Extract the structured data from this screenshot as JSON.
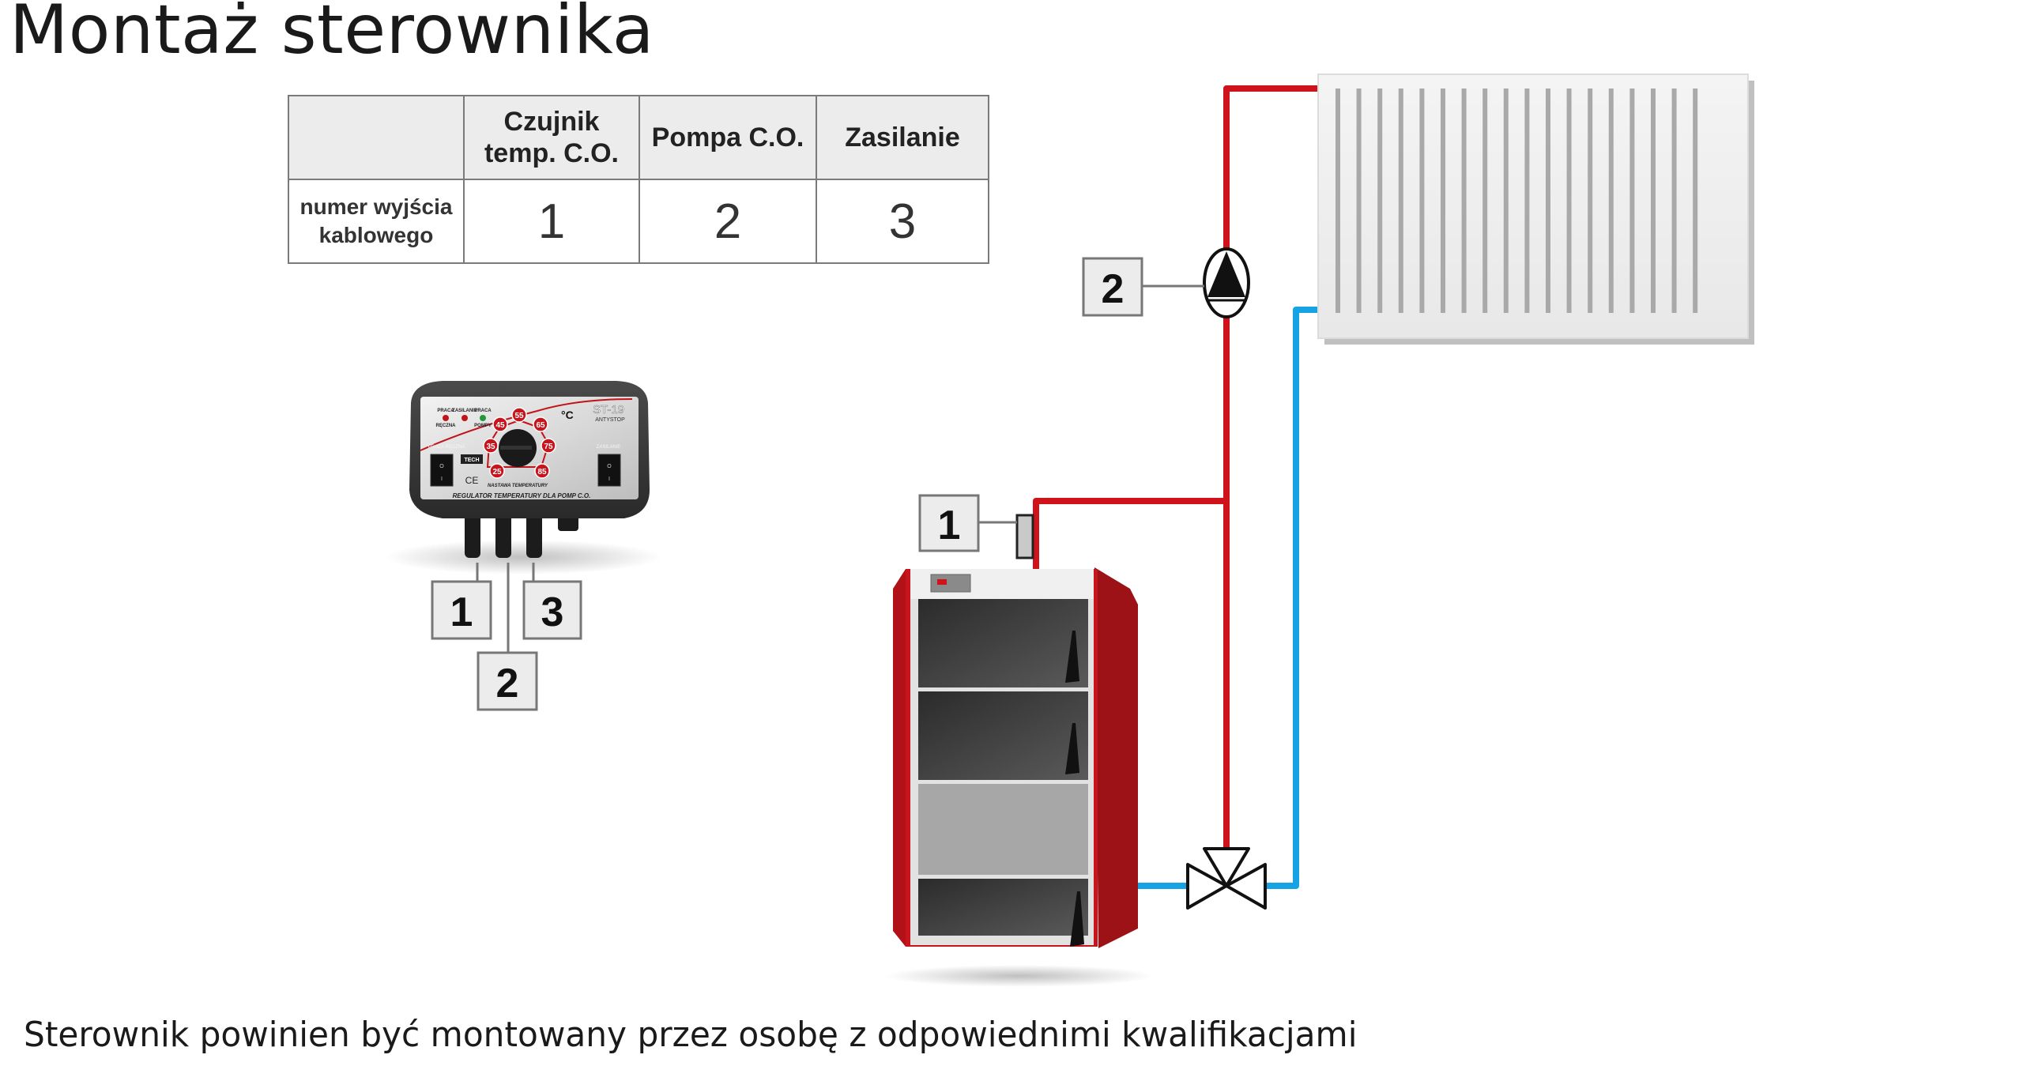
{
  "title": "Montaż sterownika",
  "footer_note": "Sterownik powinien być montowany przez osobę z odpowiednimi kwalifikacjami",
  "connection_table": {
    "headers": [
      "",
      "Czujnik temp. C.O.",
      "Pompa C.O.",
      "Zasilanie"
    ],
    "header_lines": {
      "sensor": [
        "Czujnik",
        "temp. C.O."
      ],
      "pump": "Pompa C.O.",
      "power": "Zasilanie"
    },
    "row_label_lines": [
      "numer wyjścia",
      "kablowego"
    ],
    "values": [
      "1",
      "2",
      "3"
    ]
  },
  "controller": {
    "model": "ST-19",
    "subtitle": "ANTYSTOP",
    "caption": "REGULATOR TEMPERATURY DLA POMP C.O.",
    "dial_label": "NASTAWA TEMPERATURY",
    "unit": "°C",
    "brand": "TECH",
    "ce_mark": "CE",
    "dial_values": [
      "25",
      "35",
      "45",
      "55",
      "65",
      "75",
      "85"
    ],
    "indicators": [
      {
        "top": "PRACA",
        "bottom": "RĘCZNA",
        "color": "#c0141a"
      },
      {
        "top": "ZASILANIE",
        "bottom": "",
        "color": "#c0141a"
      },
      {
        "top": "PRACA",
        "bottom": "POMPY",
        "color": "#1f9a3a"
      }
    ],
    "switch_left_label": "PRACA RĘCZNA",
    "switch_right_label": "ZASILANIE",
    "switch_marks": [
      "O",
      "I"
    ]
  },
  "cable_labels": [
    "1",
    "2",
    "3"
  ],
  "schematic_labels": {
    "pump": "2",
    "sensor": "1"
  },
  "colors": {
    "supply_pipe": "#d0121b",
    "return_pipe": "#16a3e3",
    "boiler_red": "#c8141c",
    "label_box_fill": "#ececec"
  }
}
